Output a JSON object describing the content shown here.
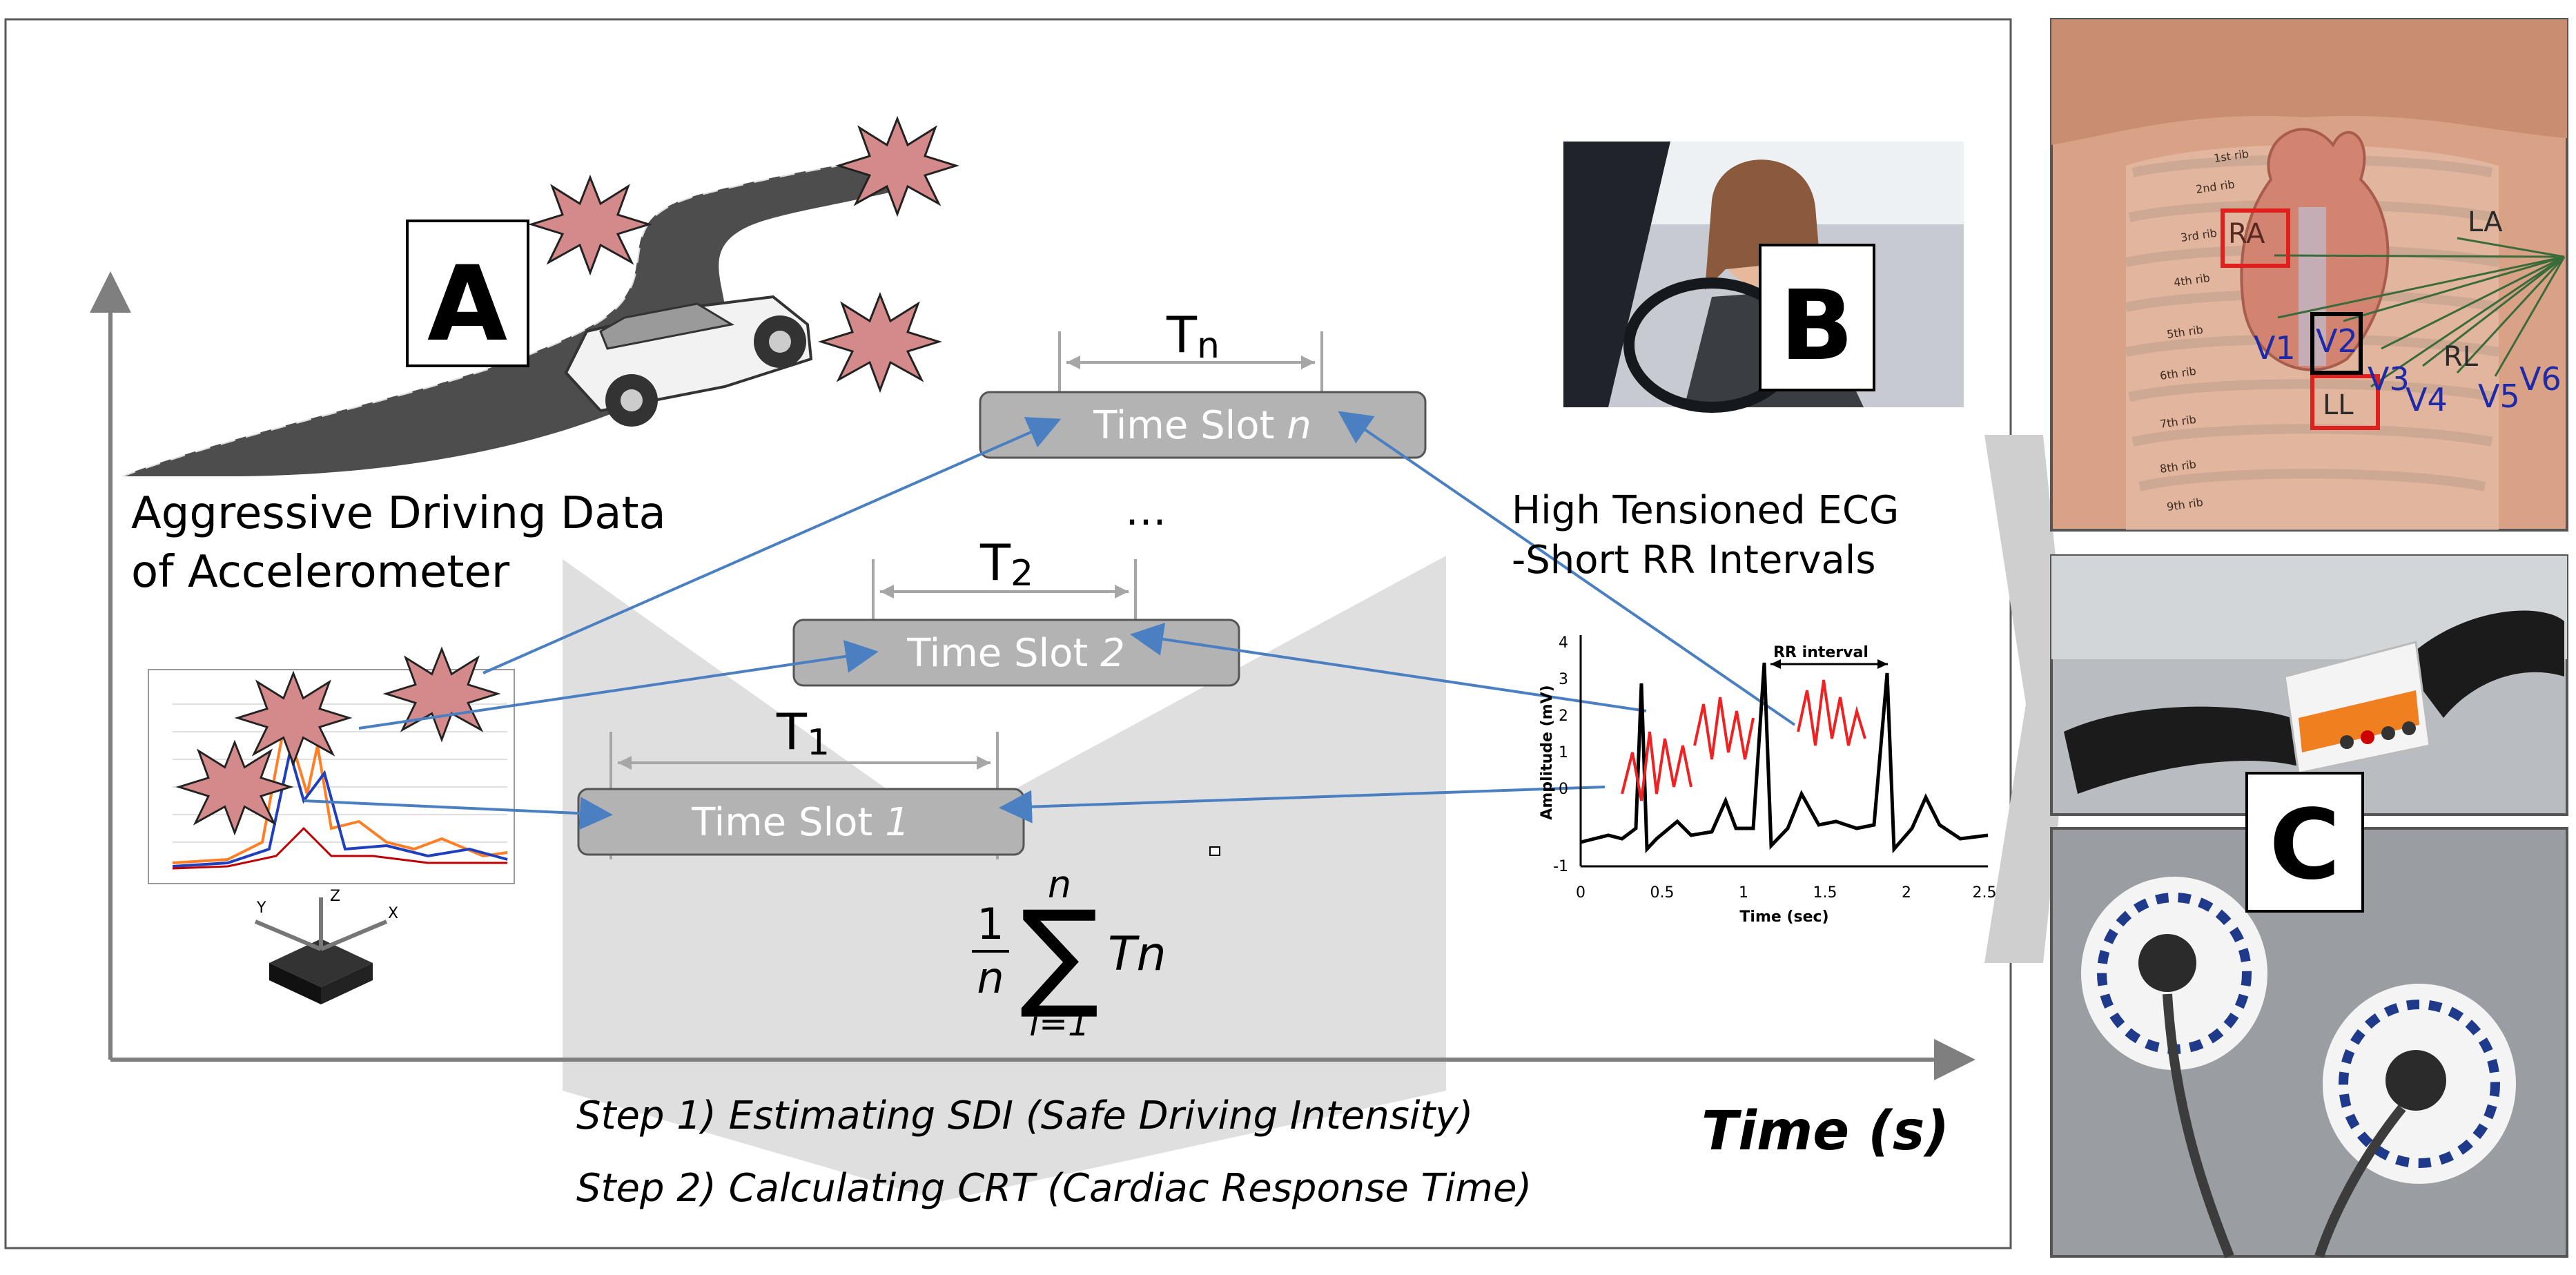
{
  "labels": {
    "panel_a": "A",
    "panel_b": "B",
    "panel_c": "C",
    "aggressive_line1": "Aggressive Driving Data",
    "aggressive_line2": "of Accelerometer",
    "ecg_line1": "High Tensioned ECG",
    "ecg_line2": "-Short RR Intervals",
    "time_axis": "Time (s)",
    "step1": "Step 1) Estimating SDI (Safe Driving Intensity)",
    "step2": "Step 2) Calculating CRT (Cardiac Response Time)",
    "ellipsis": "…"
  },
  "slots": [
    {
      "name": "slot-n",
      "base": "Time Slot ",
      "idx": "n",
      "t_main": "T",
      "t_sub": "n"
    },
    {
      "name": "slot-2",
      "base": "Time Slot ",
      "idx": "2",
      "t_main": "T",
      "t_sub": "2"
    },
    {
      "name": "slot-1",
      "base": "Time Slot ",
      "idx": "1",
      "t_main": "T",
      "t_sub": "1"
    }
  ],
  "formula": {
    "num": "1",
    "den": "n",
    "upper": "n",
    "lower": "i=1",
    "term": "Tn"
  },
  "ecg_plot": {
    "rr_label": "RR interval",
    "ylabel": "Amplitude (mV)",
    "xlabel": "Time (sec)",
    "yticks": [
      "4",
      "3",
      "2",
      "1",
      "0",
      "-1"
    ],
    "xticks": [
      "0",
      "0.5",
      "1",
      "1.5",
      "2",
      "2.5"
    ]
  },
  "accel_chart": {
    "axes_labels": [
      "Y",
      "Z",
      "X"
    ]
  },
  "body_diagram": {
    "lead_labels": [
      "RA",
      "LA",
      "LL",
      "RL",
      "V1",
      "V2",
      "V3",
      "V4",
      "V5",
      "V6"
    ],
    "rib_labels": [
      "1st rib",
      "2nd rib",
      "3rd rib",
      "4th rib",
      "5th rib",
      "6th rib",
      "7th rib",
      "8th rib",
      "9th rib"
    ]
  },
  "colors": {
    "arrow": "#4a7fc1",
    "slot_fill": "#b3b3b3",
    "burst": "#d48a8a",
    "chevron": "#d9d9d9",
    "ecg_red": "#ee2222"
  }
}
